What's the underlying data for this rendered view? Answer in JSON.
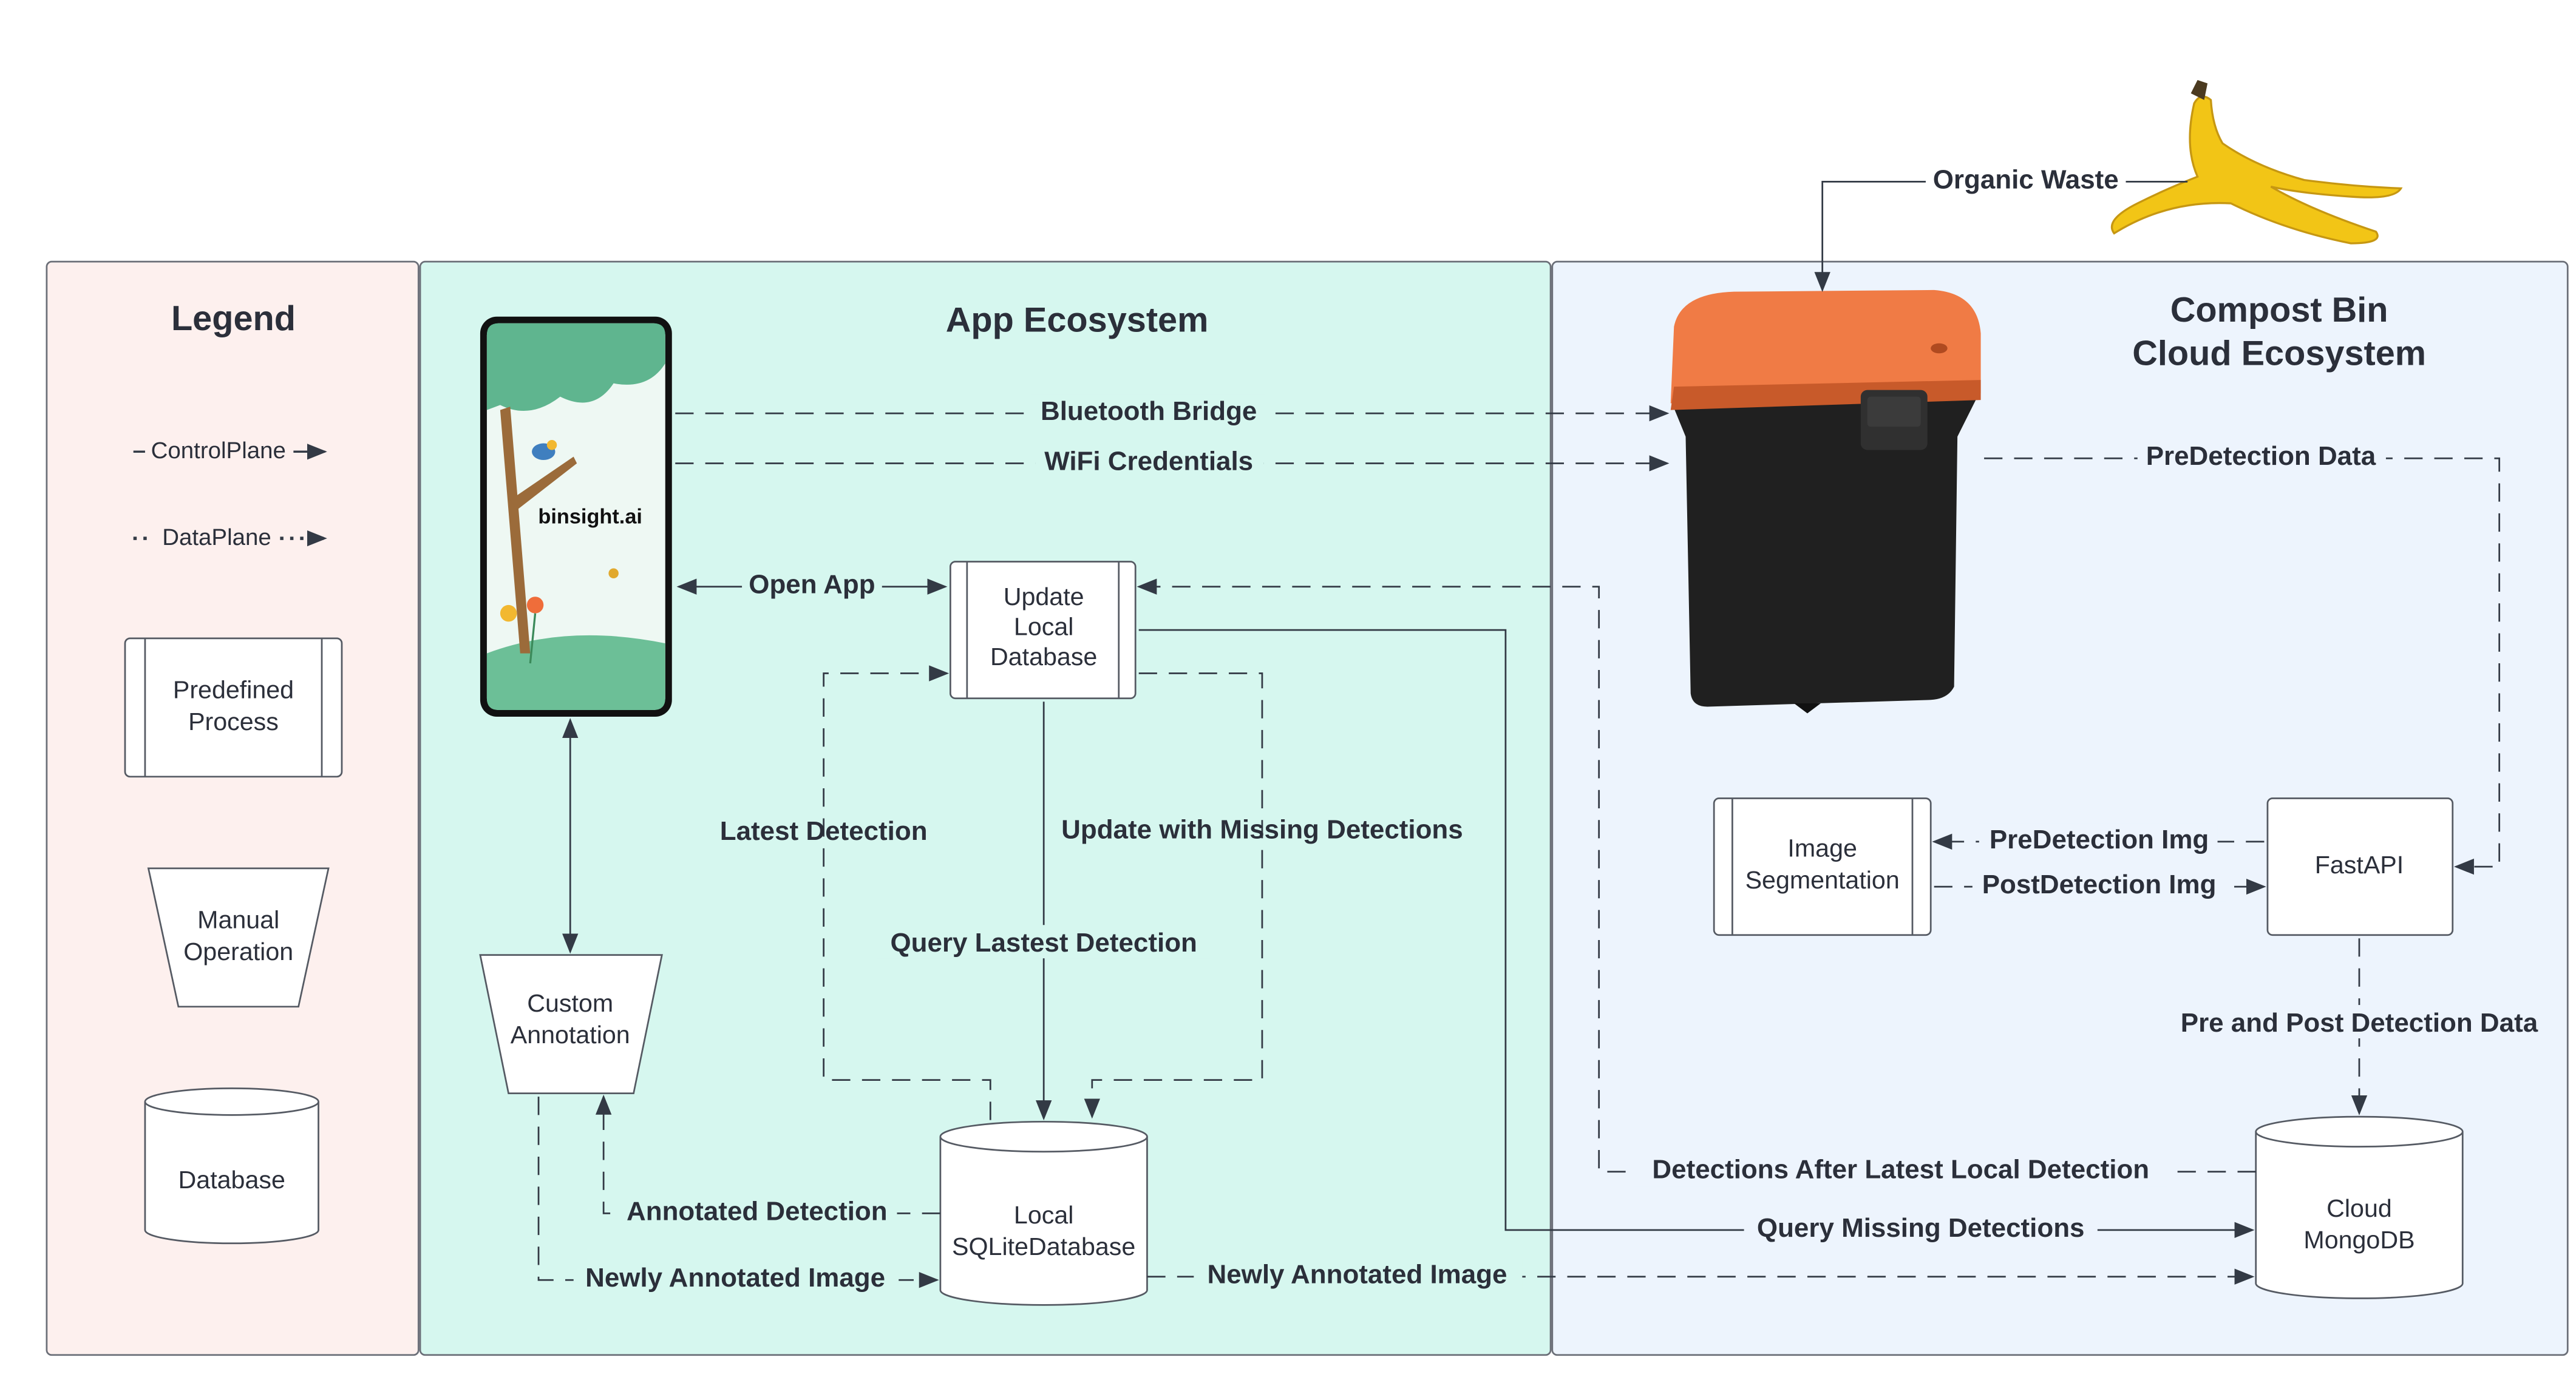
{
  "panels": {
    "legend": "Legend",
    "app": "App Ecosystem",
    "cloud_line1": "Compost Bin",
    "cloud_line2": "Cloud Ecosystem"
  },
  "legend": {
    "control_plane": "ControlPlane",
    "data_plane": "DataPlane",
    "predefined_line1": "Predefined",
    "predefined_line2": "Process",
    "manual_line1": "Manual",
    "manual_line2": "Operation",
    "database": "Database"
  },
  "phone": {
    "brand": "binsight.ai"
  },
  "nodes": {
    "update_db_line1": "Update",
    "update_db_line2": "Local",
    "update_db_line3": "Database",
    "custom_line1": "Custom",
    "custom_line2": "Annotation",
    "local_line1": "Local",
    "local_line2": "SQLiteDatabase",
    "seg_line1": "Image",
    "seg_line2": "Segmentation",
    "fastapi": "FastAPI",
    "cloud_line1": "Cloud",
    "cloud_line2": "MongoDB"
  },
  "edges": {
    "organic_waste": "Organic Waste",
    "bluetooth": "Bluetooth Bridge",
    "wifi": "WiFi Credentials",
    "predetection_data": "PreDetection Data",
    "open_app": "Open App",
    "latest_detection": "Latest Detection",
    "update_missing": "Update with Missing Detections",
    "query_latest": "Query Lastest Detection",
    "predetection_img": "PreDetection Img",
    "postdetection_img": "PostDetection Img",
    "pre_post_data": "Pre and Post Detection Data",
    "detections_after": "Detections After Latest Local Detection",
    "query_missing": "Query Missing Detections",
    "annotated_detection": "Annotated Detection",
    "newly_annotated_left": "Newly Annotated Image",
    "newly_annotated_right": "Newly Annotated Image"
  },
  "colors": {
    "legend_bg": "#fdf0ee",
    "app_bg": "#d6f7ef",
    "cloud_bg": "#edf4fd",
    "bin_lid": "#f07b45",
    "bin_body": "#202020",
    "banana": "#f2c516",
    "phone_green": "#5fb58f"
  }
}
